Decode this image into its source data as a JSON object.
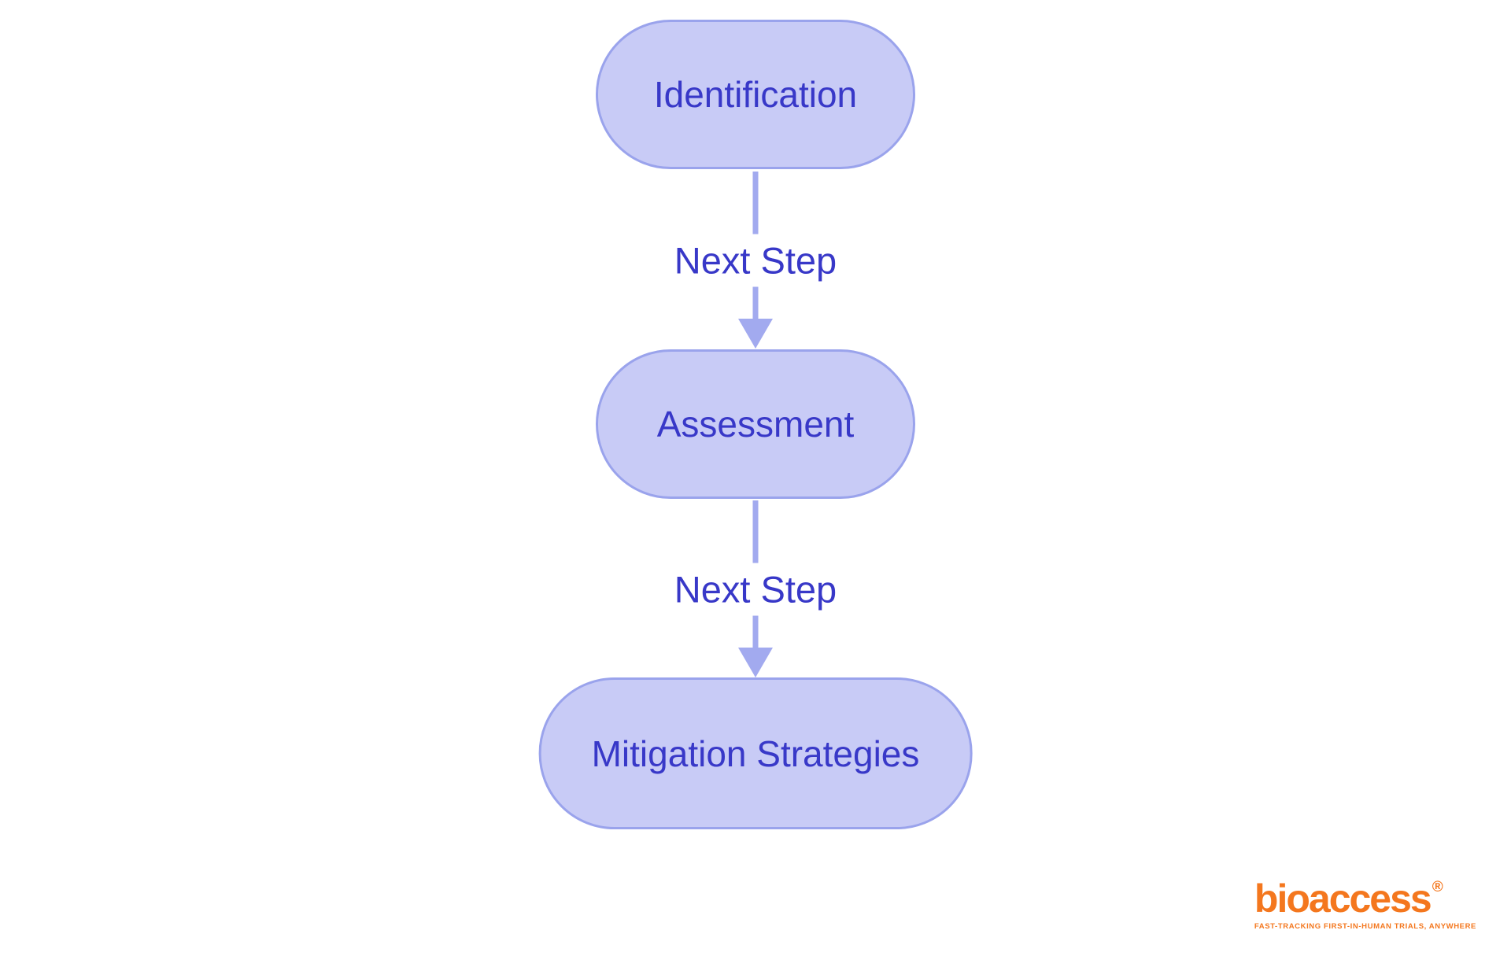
{
  "diagram": {
    "type": "flowchart-top-down",
    "nodes": [
      {
        "id": "identification",
        "label": "Identification"
      },
      {
        "id": "assessment",
        "label": "Assessment"
      },
      {
        "id": "mitigation-strategies",
        "label": "Mitigation Strategies"
      }
    ],
    "edges": [
      {
        "from": "identification",
        "to": "assessment",
        "label": "Next Step"
      },
      {
        "from": "assessment",
        "to": "mitigation-strategies",
        "label": "Next Step"
      }
    ]
  },
  "branding": {
    "logo_text": "bioaccess",
    "registered_mark": "®",
    "tagline": "FAST-TRACKING FIRST-IN-HUMAN TRIALS, ANYWHERE"
  },
  "theme": {
    "node_fill": "#c8cbf6",
    "node_border": "#9aa3ec",
    "node_text": "#3838c8",
    "edge_line": "#a2aaef",
    "edge_label_text": "#3838c8",
    "canvas_bg": "#ffffff",
    "brand_orange": "#f4771e"
  }
}
